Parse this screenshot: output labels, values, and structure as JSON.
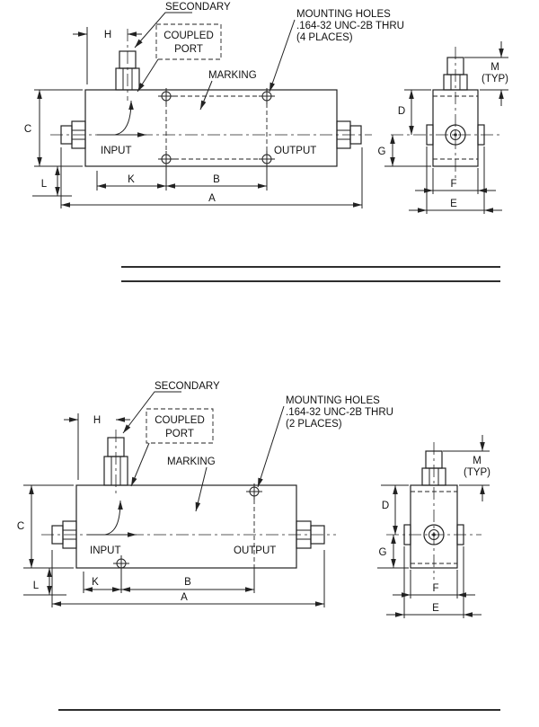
{
  "figure1": {
    "callouts": {
      "secondary": "SECONDARY",
      "coupled_port_line1": "COUPLED",
      "coupled_port_line2": "PORT",
      "marking": "MARKING",
      "mounting_holes_line1": "MOUNTING HOLES",
      "mounting_holes_line2": ".164-32 UNC-2B THRU",
      "mounting_holes_line3": "(4 PLACES)",
      "input": "INPUT",
      "output": "OUTPUT"
    },
    "dims": {
      "a": "A",
      "b": "B",
      "c": "C",
      "d": "D",
      "e": "E",
      "f": "F",
      "g": "G",
      "h": "H",
      "k": "K",
      "l": "L",
      "m": "M",
      "m_typ": "(TYP)"
    }
  },
  "figure2": {
    "callouts": {
      "secondary": "SECONDARY",
      "coupled_port_line1": "COUPLED",
      "coupled_port_line2": "PORT",
      "marking": "MARKING",
      "mounting_holes_line1": "MOUNTING HOLES",
      "mounting_holes_line2": ".164-32 UNC-2B THRU",
      "mounting_holes_line3": "(2 PLACES)",
      "input": "INPUT",
      "output": "OUTPUT"
    },
    "dims": {
      "a": "A",
      "b": "B",
      "c": "C",
      "d": "D",
      "e": "E",
      "f": "F",
      "g": "G",
      "h": "H",
      "k": "K",
      "l": "L",
      "m": "M",
      "m_typ": "(TYP)"
    }
  },
  "colors": {
    "ink": "#222222",
    "background": "#ffffff"
  }
}
